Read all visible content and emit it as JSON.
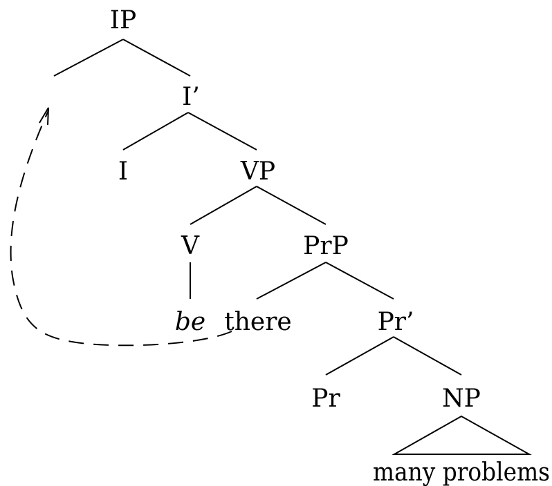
{
  "nodes": {
    "ip": "IP",
    "i_bar": "I’",
    "i": "I",
    "vp": "VP",
    "v": "V",
    "prp": "PrP",
    "be": "be",
    "there": "there",
    "pr_bar": "Pr’",
    "pr": "Pr",
    "np": "NP",
    "many_problems": "many problems"
  }
}
